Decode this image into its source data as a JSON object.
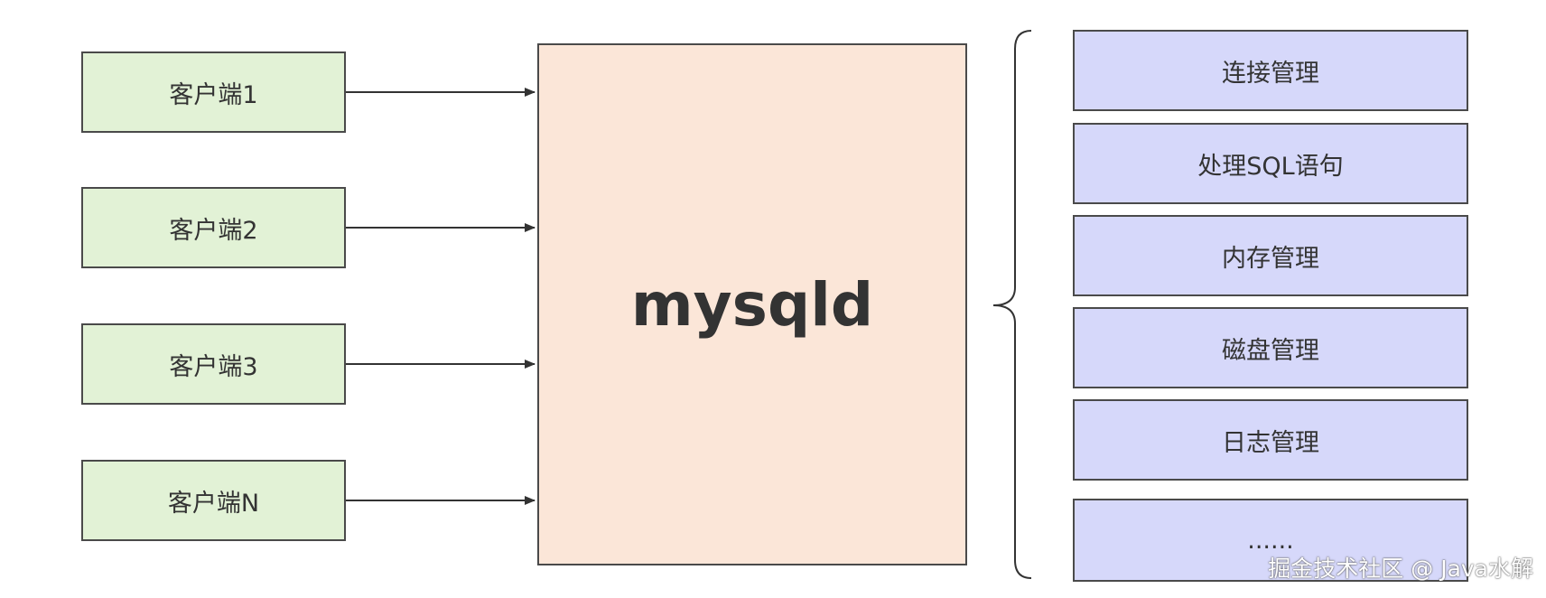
{
  "clients": [
    {
      "label": "客户端1"
    },
    {
      "label": "客户端2"
    },
    {
      "label": "客户端3"
    },
    {
      "label": "客户端N"
    }
  ],
  "server": {
    "label": "mysqld"
  },
  "functions": [
    {
      "label": "连接管理"
    },
    {
      "label": "处理SQL语句"
    },
    {
      "label": "内存管理"
    },
    {
      "label": "磁盘管理"
    },
    {
      "label": "日志管理"
    },
    {
      "label": "......"
    }
  ],
  "watermark": "掘金技术社区 @ Java水解",
  "colors": {
    "client_fill": "#e2f2d6",
    "server_fill": "#fbe6d8",
    "function_fill": "#d6d8fa",
    "stroke": "#4a4a4a"
  }
}
